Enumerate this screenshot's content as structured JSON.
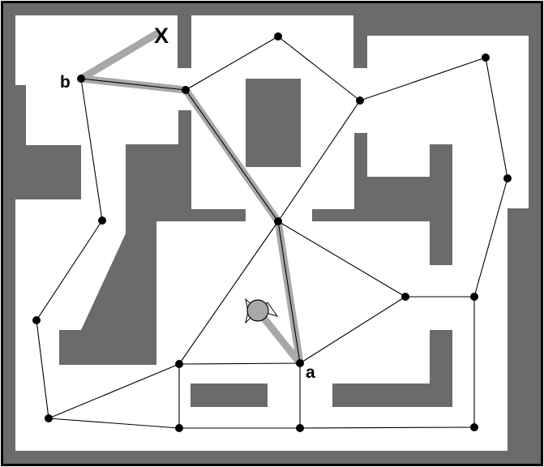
{
  "map": {
    "colors": {
      "frame": "#000000",
      "wall": "#6b6b6b",
      "floor": "#ffffff",
      "graph_edge": "#000000",
      "path_highlight": "#a8a8a8",
      "node": "#000000",
      "agent": "#a8a8a8"
    }
  },
  "labels": {
    "start": "a",
    "waypoint": "b",
    "goal": "X"
  },
  "agent": {
    "icon": "agent-circle-with-facing-cone"
  }
}
